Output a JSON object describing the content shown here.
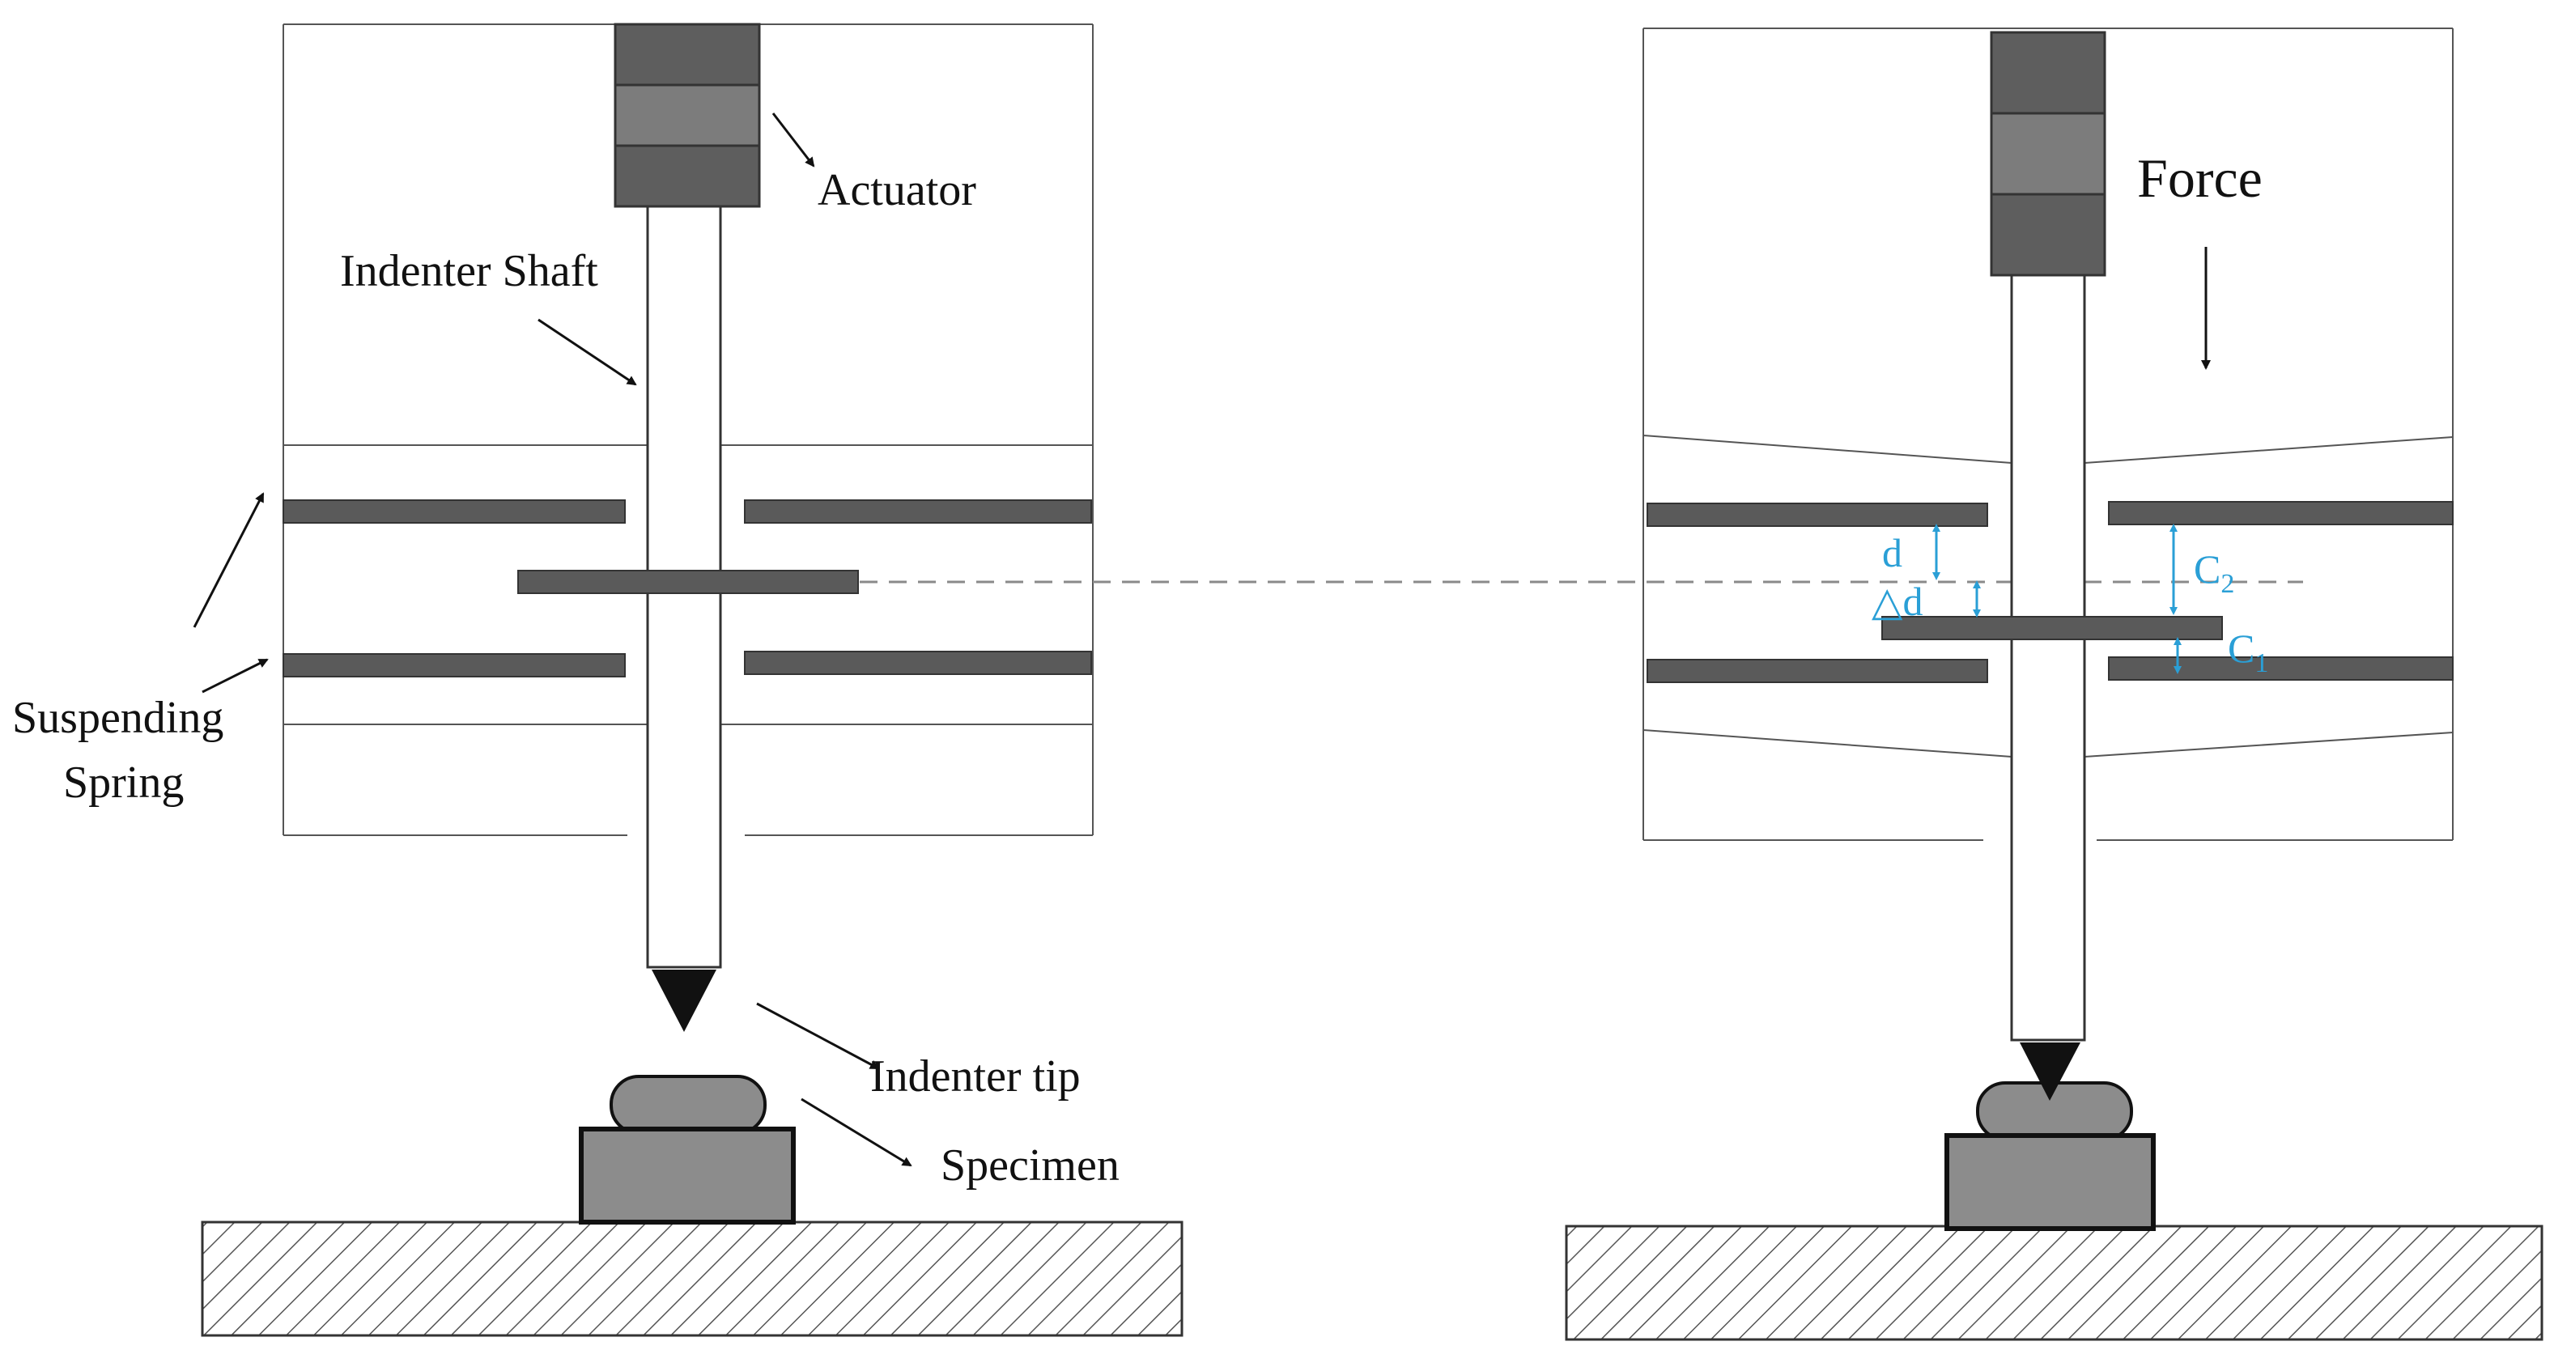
{
  "labels": {
    "actuator": "Actuator",
    "indenter_shaft": "Indenter Shaft",
    "suspending_spring_line1": "Suspending",
    "suspending_spring_line2": "Spring",
    "indenter_tip": "Indenter tip",
    "specimen": "Specimen",
    "force": "Force",
    "d": "d",
    "delta_d": "△d",
    "c2_main": "C",
    "c2_sub": "2",
    "c1_main": "C",
    "c1_sub": "1"
  },
  "colors": {
    "plate": "#5a5a5a",
    "actuator_dark": "#5e5e5e",
    "actuator_mid": "#7c7c7c",
    "tip": "#111111",
    "specimen": "#8c8c8c",
    "stage": "#9a9a9a",
    "dimension": "#2a9fd6",
    "outline": "#333333"
  }
}
